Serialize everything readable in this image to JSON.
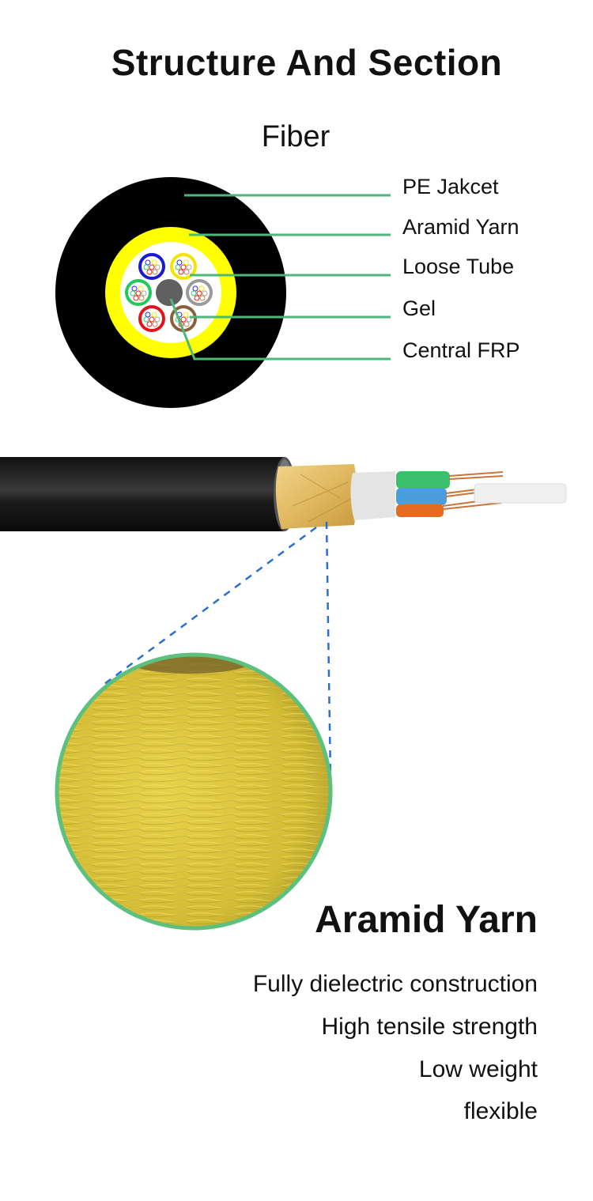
{
  "header": {
    "title": "Structure And Section",
    "subtitle": "Fiber"
  },
  "cross_section": {
    "labels": [
      {
        "text": "PE Jakcet"
      },
      {
        "text": "Aramid Yarn"
      },
      {
        "text": "Loose Tube"
      },
      {
        "text": "Gel"
      },
      {
        "text": "Central FRP"
      }
    ],
    "colors": {
      "jacket": "#000000",
      "aramid": "#ffff00",
      "gel_fill": "#ffffff",
      "central_frp": "#606060",
      "leader_line": "#4cb87a",
      "tube_colors": [
        "#1a1ad0",
        "#f2e600",
        "#9a9a9a",
        "#8b5e3c",
        "#e0141e",
        "#22c95a"
      ]
    }
  },
  "feature": {
    "title": "Aramid Yarn",
    "items": [
      "Fully dielectric construction",
      "High tensile strength",
      "Low weight",
      "flexible"
    ],
    "colors": {
      "yarn": "#d9c43a",
      "ring": "#5cc07e",
      "callout_dash": "#2a6fd0"
    }
  }
}
